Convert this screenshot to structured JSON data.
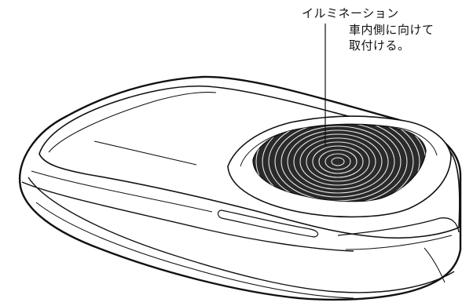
{
  "callout": {
    "title": "イルミネーション",
    "note_line1": "車内側に向けて",
    "note_line2": "取付ける。"
  }
}
